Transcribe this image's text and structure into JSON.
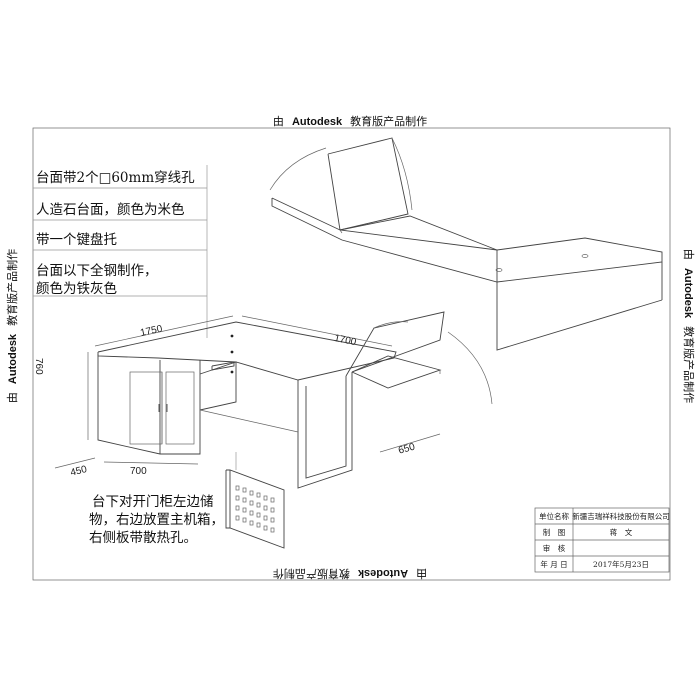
{
  "watermark": {
    "prefix": "由",
    "brand": "Autodesk",
    "suffix": "教育版产品制作"
  },
  "notes": [
    "台面带2个□60mm穿线孔",
    "人造石台面，颜色为米色",
    "带一个键盘托",
    "台面以下全钢制作，",
    "颜色为铁灰色"
  ],
  "bottom_note": [
    "台下对开门柜左边储",
    "物，右边放置主机箱，",
    "右侧板带散热孔。"
  ],
  "dimensions": {
    "d1750": "1750",
    "d1700": "1700",
    "d760": "760",
    "d450": "450",
    "d700": "700",
    "d650": "650"
  },
  "title_block": {
    "rows": [
      {
        "label": "单位名称",
        "value": "新疆吉瑞祥科技股份有限公司"
      },
      {
        "label": "制　图",
        "value": "蒋　文"
      },
      {
        "label": "审　核",
        "value": ""
      },
      {
        "label": "年 月 日",
        "value": "2017年5月23日"
      }
    ]
  },
  "colors": {
    "line": "#444444",
    "background": "#ffffff"
  }
}
